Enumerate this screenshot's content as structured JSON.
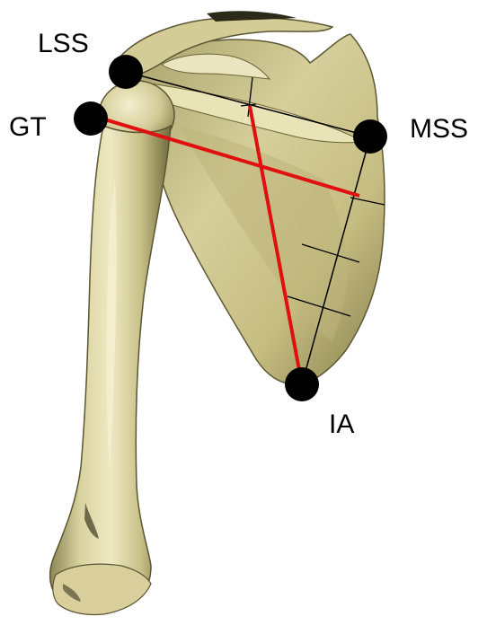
{
  "diagram": {
    "labels": {
      "lss": "LSS",
      "gt": "GT",
      "mss": "MSS",
      "ia": "IA"
    },
    "colors": {
      "bone": "#cfc795",
      "bone_light": "#f2edc9",
      "bone_shadow": "#6e6a3f",
      "marker": "#000000",
      "thin_line": "#000000",
      "highlight_line": "#e01010"
    }
  }
}
